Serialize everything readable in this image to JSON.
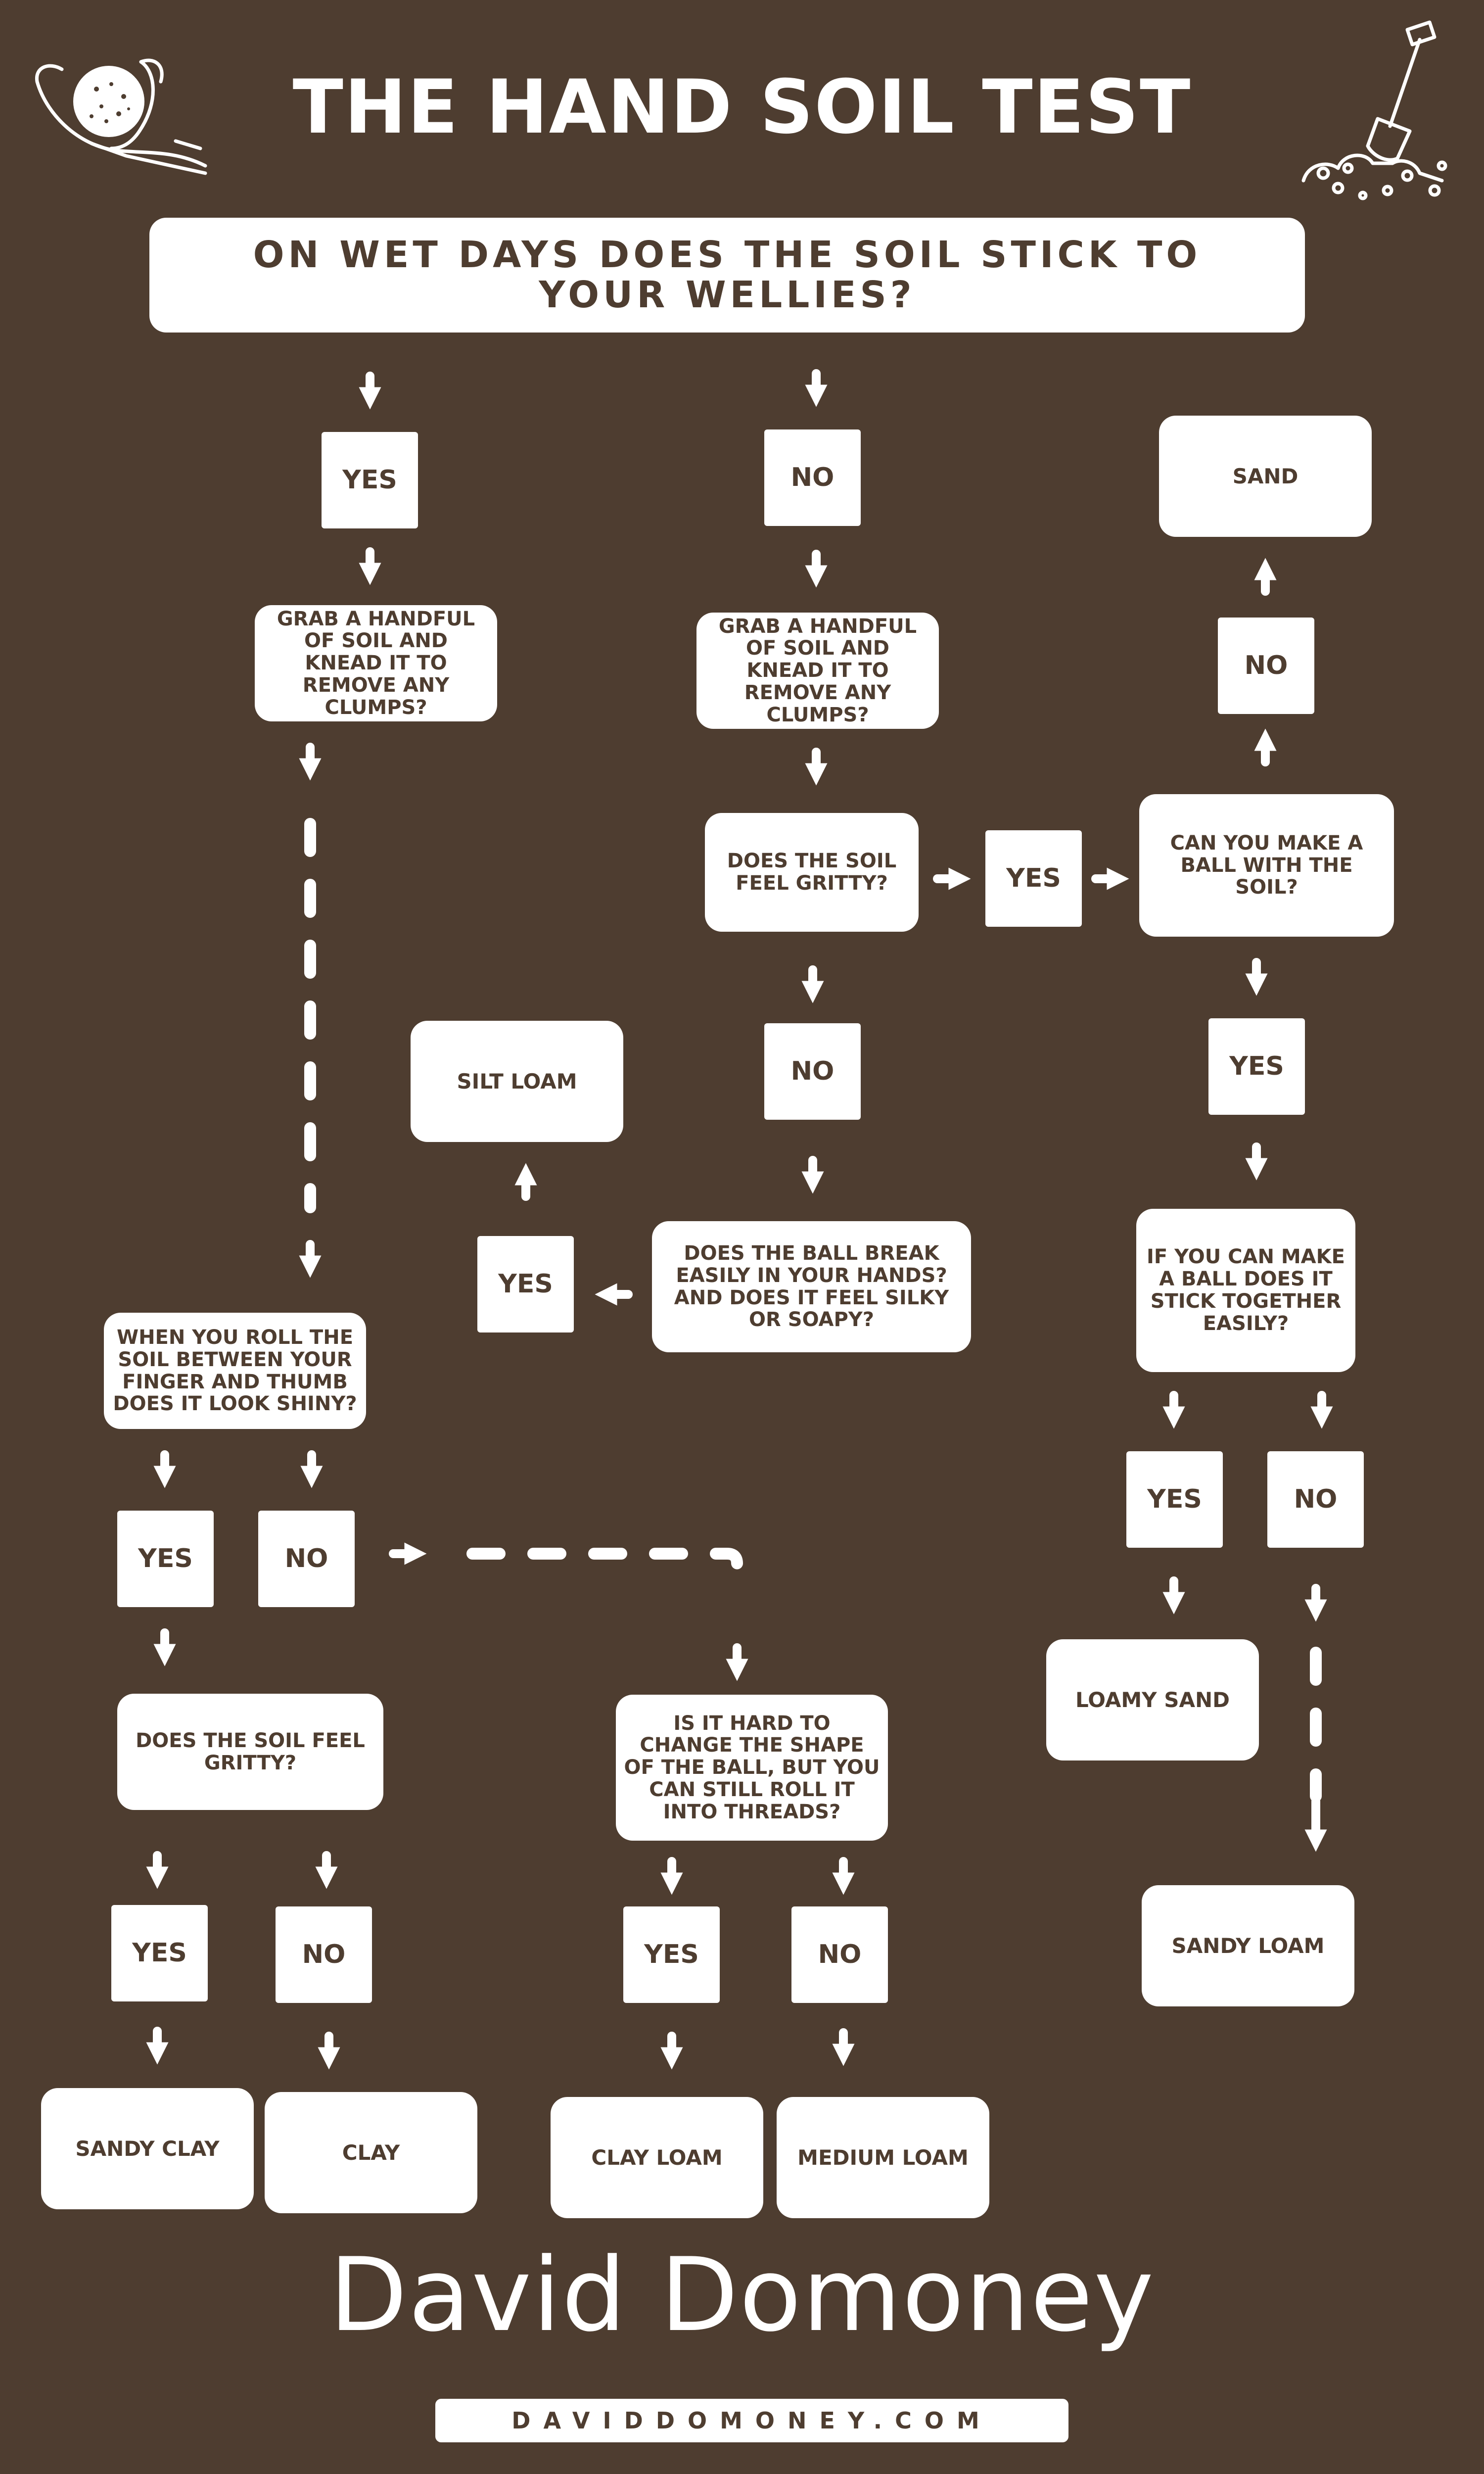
{
  "title": "THE HAND SOIL TEST",
  "main_question": "ON WET DAYS DOES THE SOIL STICK TO YOUR WELLIES?",
  "left_branch": {
    "yes_label": "YES",
    "knead_question": "GRAB A HANDFUL OF SOIL AND KNEAD IT TO REMOVE ANY CLUMPS?",
    "shiny_question": "WHEN YOU ROLL THE SOIL BETWEEN YOUR FINGER AND THUMB DOES IT LOOK SHINY?",
    "shiny_yes": "YES",
    "shiny_no": "NO",
    "gritty_question": "DOES THE SOIL FEEL GRITTY?",
    "gritty_yes": "YES",
    "gritty_no": "NO",
    "result_sandy_clay": "SANDY CLAY",
    "result_clay": "CLAY"
  },
  "middle_branch": {
    "no_label": "NO",
    "knead_question": "GRAB A HANDFUL OF SOIL AND KNEAD  IT TO REMOVE ANY CLUMPS?",
    "gritty_question": "DOES THE SOIL FEEL GRITTY?",
    "gritty_yes": "YES",
    "gritty_no": "NO",
    "break_question": "DOES THE BALL BREAK EASILY IN YOUR HANDS? AND DOES IT FEEL SILKY OR SOAPY?",
    "break_yes": "YES",
    "result_silt_loam": "SILT LOAM",
    "shape_question": "IS IT HARD TO CHANGE THE SHAPE OF THE BALL, BUT YOU CAN STILL ROLL IT INTO THREADS?",
    "shape_yes": "YES",
    "shape_no": "NO",
    "result_clay_loam": "CLAY LOAM",
    "result_medium_loam": "MEDIUM LOAM"
  },
  "right_branch": {
    "ball_question": "CAN YOU MAKE A BALL WITH THE SOIL?",
    "ball_no": "NO",
    "result_sand": "SAND",
    "ball_yes": "YES",
    "stick_question": "IF YOU CAN MAKE A BALL DOES IT STICK TOGETHER EASILY?",
    "stick_yes": "YES",
    "stick_no": "NO",
    "result_loamy_sand": "LOAMY SAND",
    "result_sandy_loam": "SANDY LOAM"
  },
  "brand": "David Domoney",
  "website": "DAVIDDOMONEY.COM",
  "colors": {
    "background": "#4e3d30",
    "box": "#ffffff",
    "box_text": "#4e3d30",
    "arrow": "#ffffff"
  },
  "icons": [
    "hand-holding-soil-icon",
    "shovel-in-soil-icon"
  ]
}
